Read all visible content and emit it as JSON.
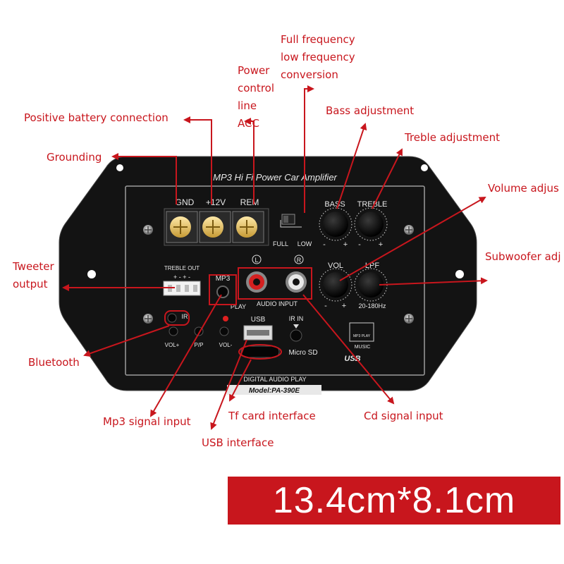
{
  "callouts": {
    "full_freq_1": "Full frequency",
    "full_freq_2": "low frequency",
    "full_freq_3": "conversion",
    "power_1": "Power",
    "power_2": "control",
    "power_3": "line",
    "power_4": "ACC",
    "positive": "Positive battery connection",
    "bass": "Bass adjustment",
    "treble": "Treble adjustment",
    "grounding": "Grounding",
    "volume": "Volume adjus",
    "tweeter_1": "Tweeter",
    "tweeter_2": "output",
    "subwoofer": "Subwoofer adj",
    "bluetooth": "Bluetooth",
    "mp3_input": "Mp3 signal input",
    "tf_card": "Tf card interface",
    "cd_input": "Cd signal input",
    "usb": "USB interface"
  },
  "panel": {
    "title": "MP3 Hi Fi Power Car Amplifier",
    "gnd": "GND",
    "v12": "+12V",
    "rem": "REM",
    "full": "FULL",
    "low": "LOW",
    "bass": "BASS",
    "treble": "TREBLE",
    "minus": "-",
    "plus": "+",
    "vol": "VOL",
    "lpf": "LPF",
    "lpf_range": "20-180Hz",
    "treble_out": "TREBLE OUT",
    "treble_out_pins": "+ - + -",
    "mp3": "MP3",
    "l": "L",
    "r": "R",
    "audio_input": "AUDIO INPUT",
    "play": "PLAY",
    "usb": "USB",
    "ir": "IR",
    "ir_in": "IR IN",
    "vol_plus": "VOL+",
    "pp": "P/P",
    "vol_minus": "VOL-",
    "micro_sd": "Micro SD",
    "mp3_play": "MP3 PLAY",
    "music": "MUSIC",
    "usb_logo": "USB",
    "digital_audio": "DIGITAL AUDIO PLAY",
    "model": "Model:PA-390E"
  },
  "dimension": "13.4cm*8.1cm",
  "colors": {
    "accent": "#c8161d",
    "panel": "#121212",
    "knob": "#050505"
  }
}
